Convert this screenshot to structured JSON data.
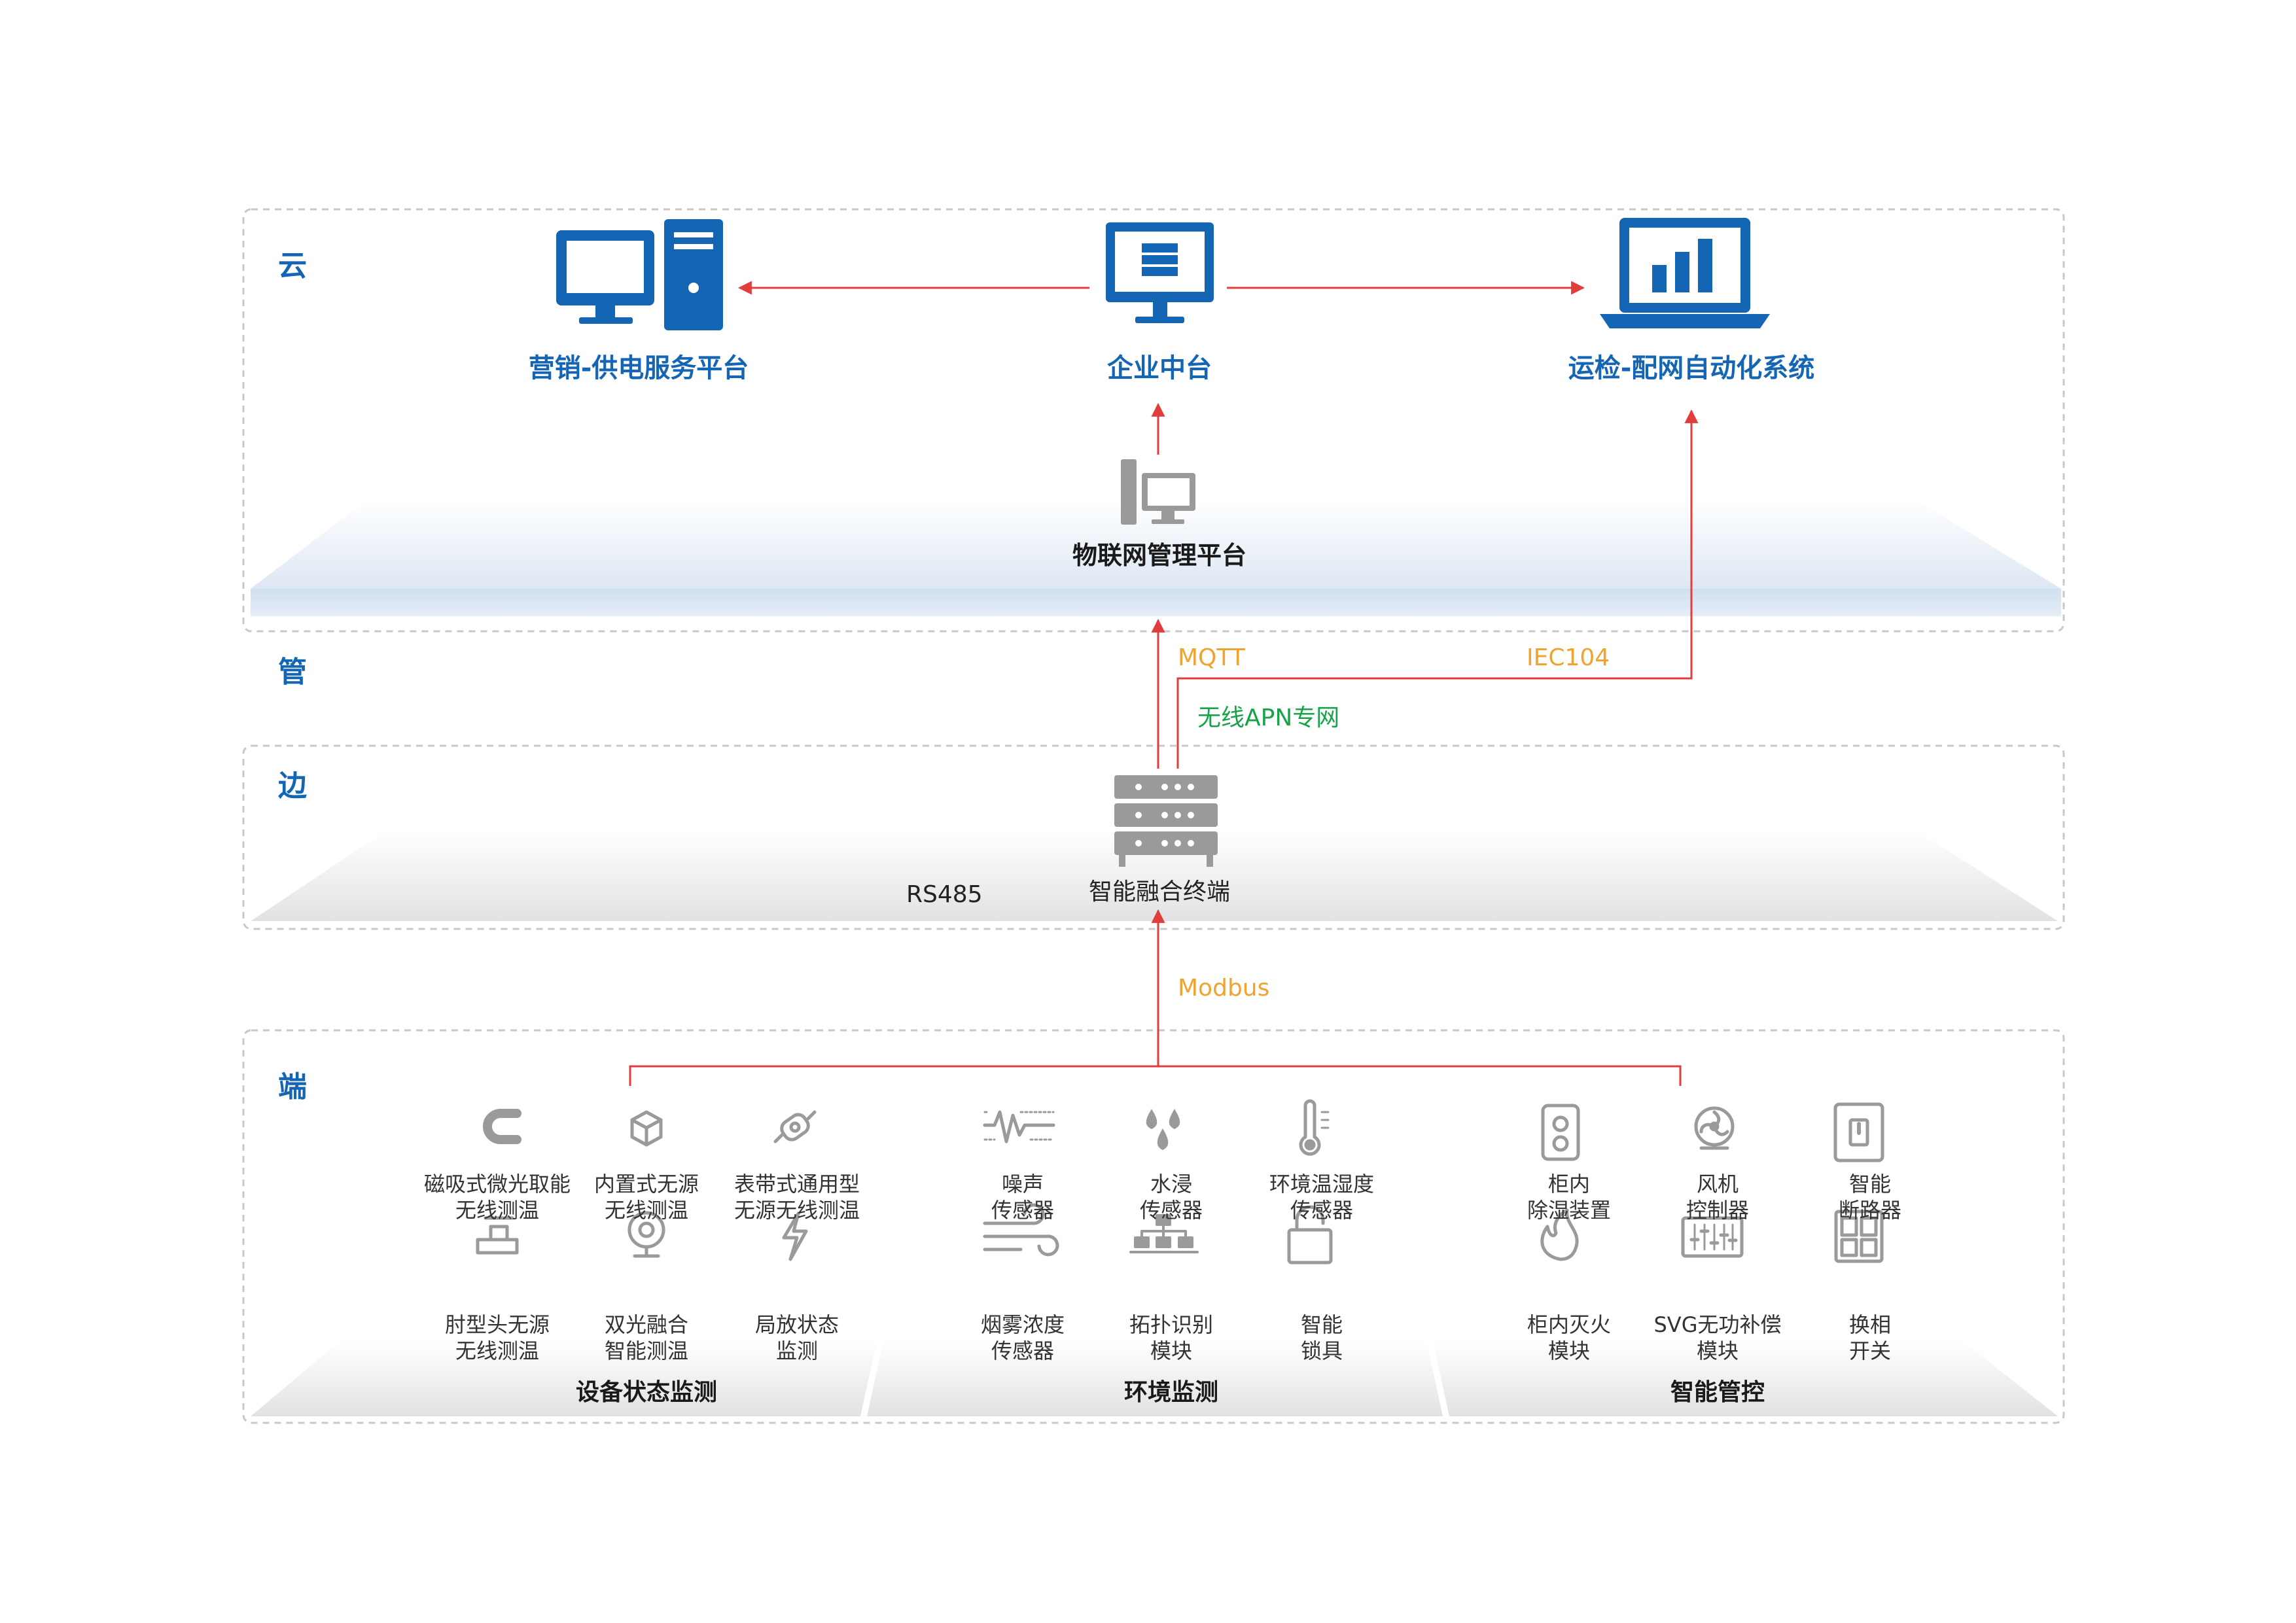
{
  "layers": {
    "cloud": "云",
    "pipe": "管",
    "edge": "边",
    "end": "端"
  },
  "cloud_systems": {
    "marketing": "营销-供电服务平台",
    "enterprise": "企业中台",
    "ops": "运检-配网自动化系统"
  },
  "iot_platform": "物联网管理平台",
  "protocols": {
    "mqtt": "MQTT",
    "iec104": "IEC104",
    "apn": "无线APN专网",
    "rs485": "RS485",
    "modbus": "Modbus"
  },
  "terminal": "智能融合终端",
  "groups": {
    "equipment": {
      "title": "设备状态监测",
      "devices": [
        {
          "label": "磁吸式微光取能\n无线测温",
          "icon": "magnet-icon"
        },
        {
          "label": "内置式无源\n无线测温",
          "icon": "cube-icon"
        },
        {
          "label": "表带式通用型\n无源无线测温",
          "icon": "strap-sensor-icon"
        },
        {
          "label": "肘型头无源\n无线测温",
          "icon": "elbow-connector-icon"
        },
        {
          "label": "双光融合\n智能测温",
          "icon": "camera-icon"
        },
        {
          "label": "局放状态\n监测",
          "icon": "lightning-icon"
        }
      ]
    },
    "environment": {
      "title": "环境监测",
      "devices": [
        {
          "label": "噪声\n传感器",
          "icon": "noise-wave-icon"
        },
        {
          "label": "水浸\n传感器",
          "icon": "water-drops-icon"
        },
        {
          "label": "环境温湿度\n传感器",
          "icon": "thermometer-icon"
        },
        {
          "label": "烟雾浓度\n传感器",
          "icon": "smoke-wind-icon"
        },
        {
          "label": "拓扑识别\n模块",
          "icon": "topology-icon"
        },
        {
          "label": "智能\n锁具",
          "icon": "lock-icon"
        }
      ]
    },
    "control": {
      "title": "智能管控",
      "devices": [
        {
          "label": "柜内\n除湿装置",
          "icon": "dehumidifier-icon"
        },
        {
          "label": "风机\n控制器",
          "icon": "fan-icon"
        },
        {
          "label": "智能\n断路器",
          "icon": "breaker-switch-icon"
        },
        {
          "label": "柜内灭火\n模块",
          "icon": "fire-icon"
        },
        {
          "label": "SVG无功补偿\n模块",
          "icon": "equalizer-panel-icon"
        },
        {
          "label": "换相\n开关",
          "icon": "phase-switch-icon"
        }
      ]
    }
  },
  "colors": {
    "brand_blue": "#1565b5",
    "icon_gray": "#9a9a9a",
    "line_red": "#e23c3c",
    "protocol_orange": "#f0a330",
    "protocol_green": "#18a34a"
  }
}
